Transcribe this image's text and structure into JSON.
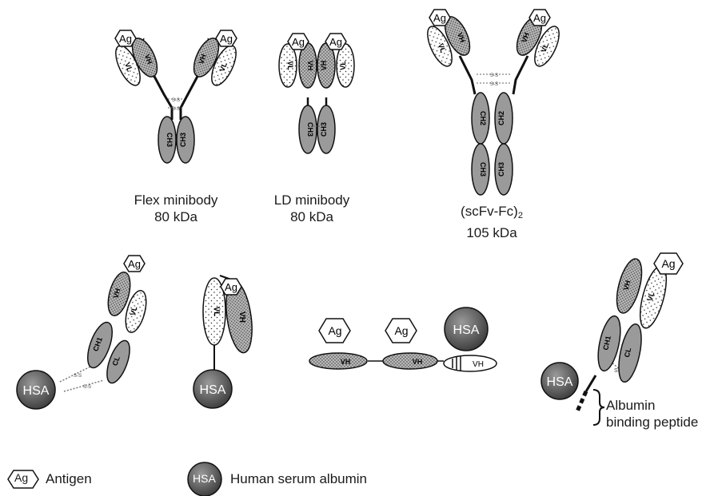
{
  "constructs": {
    "flex_minibody": {
      "name": "Flex minibody",
      "mass": "80 kDa"
    },
    "ld_minibody": {
      "name": "LD minibody",
      "mass": "80 kDa"
    },
    "scfv_fc2": {
      "name_main": "(scFv-Fc)",
      "name_sub": "2",
      "mass": "105 kDa"
    }
  },
  "domain_labels": {
    "antigen": "Ag",
    "hsa": "HSA",
    "vh": "VH",
    "vl": "VL",
    "ch1": "CH1",
    "ch2": "CH2",
    "ch3": "CH3",
    "cl": "CL",
    "disulfide": "S-S"
  },
  "albumin_binding_peptide": {
    "line1": "Albumin",
    "line2": "binding peptide"
  },
  "legend": {
    "antigen_symbol": "Ag",
    "antigen_label": "Antigen",
    "hsa_symbol": "HSA",
    "hsa_label": "Human serum albumin"
  },
  "colors": {
    "gray_domain": "#9a9a9a",
    "white_domain": "#ffffff",
    "hsa_gradient_light": "#8a8a8a",
    "hsa_gradient_dark": "#3c3c3c",
    "stroke": "#1a1a1a"
  }
}
